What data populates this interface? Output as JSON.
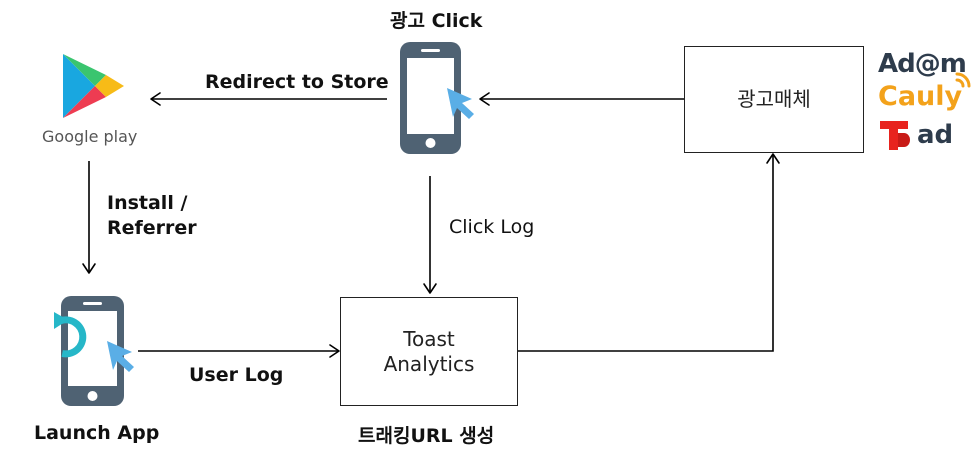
{
  "labels": {
    "ad_click": "광고 Click",
    "redirect": "Redirect to Store",
    "install_line1": "Install /",
    "install_line2": "Referrer",
    "click_log": "Click Log",
    "user_log": "User Log",
    "launch_app": "Launch App",
    "tracking_url": "트래킹URL 생성"
  },
  "boxes": {
    "ad_media": "광고매체",
    "toast_line1": "Toast",
    "toast_line2": "Analytics"
  },
  "logos": {
    "google_play": "Google play",
    "adam": "Ad@m",
    "cauly": "Cauly",
    "tad": "ad"
  },
  "icons": {
    "phone": "smartphone-icon",
    "cursor": "cursor-icon",
    "refresh": "refresh-icon",
    "play": "google-play-icon"
  },
  "colors": {
    "phone_body": "#4f6273",
    "phone_screen": "#ffffff",
    "cursor": "#5aaee6",
    "refresh": "#26b7c8",
    "cauly": "#f3a21b",
    "tad": "#e8231e",
    "logo_text": "#2e3c4c"
  }
}
